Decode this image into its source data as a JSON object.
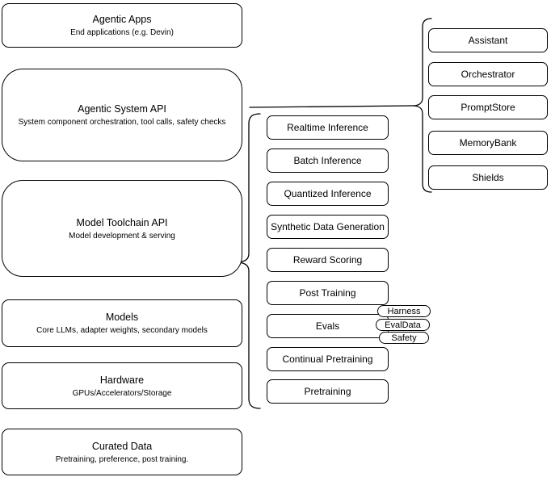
{
  "diagram": {
    "left_column": [
      {
        "title": "Agentic Apps",
        "subtitle": "End applications (e.g. Devin)"
      },
      {
        "title": "Agentic System API",
        "subtitle": "System component orchestration, tool calls, safety checks"
      },
      {
        "title": "Model Toolchain API",
        "subtitle": "Model development & serving"
      },
      {
        "title": "Models",
        "subtitle": "Core LLMs, adapter weights, secondary models"
      },
      {
        "title": "Hardware",
        "subtitle": "GPUs/Accelerators/Storage"
      },
      {
        "title": "Curated Data",
        "subtitle": "Pretraining, preference, post training."
      }
    ],
    "toolchain_services": [
      "Realtime Inference",
      "Batch Inference",
      "Quantized Inference",
      "Synthetic Data Generation",
      "Reward Scoring",
      "Post Training",
      "Evals",
      "Continual Pretraining",
      "Pretraining"
    ],
    "eval_tags": [
      "Harness",
      "EvalData",
      "Safety"
    ],
    "system_components": [
      "Assistant",
      "Orchestrator",
      "PromptStore",
      "MemoryBank",
      "Shields"
    ],
    "colors": {
      "stroke": "#000000",
      "fill": "#ffffff",
      "text": "#000000"
    }
  }
}
